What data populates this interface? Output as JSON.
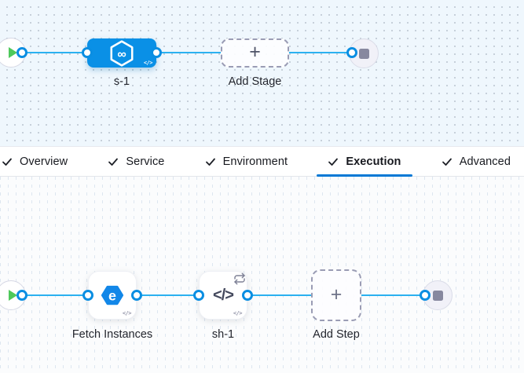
{
  "colors": {
    "primary_blue": "#0a90e6",
    "connector_blue": "#2bb1f0",
    "port_ring_blue": "#0a8ee2",
    "success_green": "#4ec95b",
    "tab_underline_blue": "#0278d5"
  },
  "icons": {
    "plus": "+",
    "code_badge": "</>",
    "shell_glyph": "</>",
    "infinity_glyph": "∞",
    "fetch_glyph": "e"
  },
  "stage_pipeline": {
    "stage": {
      "label": "s-1"
    },
    "add_stage": {
      "label": "Add Stage"
    }
  },
  "tabs": [
    {
      "label": "Overview",
      "selected": false
    },
    {
      "label": "Service",
      "selected": false
    },
    {
      "label": "Environment",
      "selected": false
    },
    {
      "label": "Execution",
      "selected": true
    },
    {
      "label": "Advanced",
      "selected": false
    }
  ],
  "execution": {
    "steps": [
      {
        "label": "Fetch Instances"
      },
      {
        "label": "sh-1"
      }
    ],
    "add_step": {
      "label": "Add Step"
    }
  }
}
